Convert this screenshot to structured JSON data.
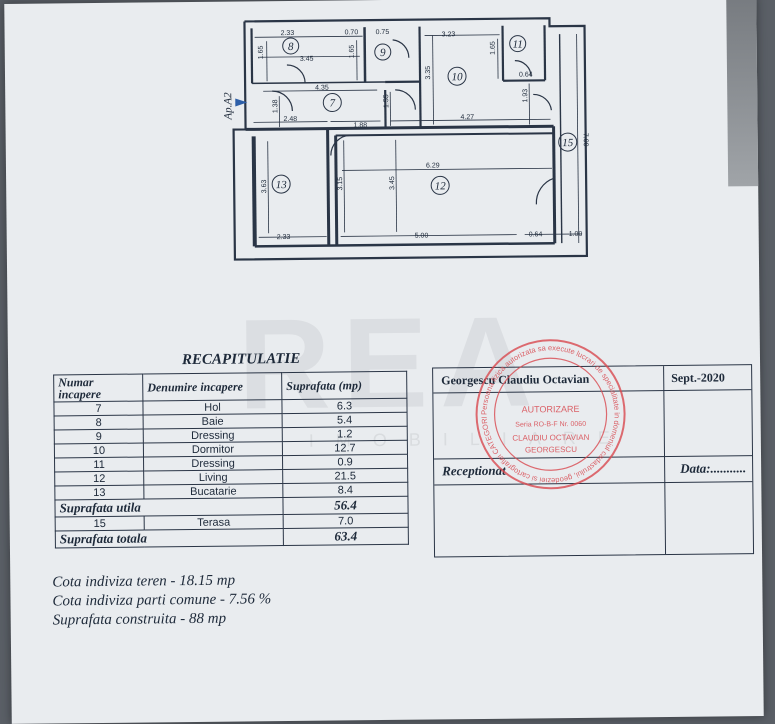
{
  "plan": {
    "apartment_label": "Ap.A2",
    "dimensions": [
      "2.33",
      "3.45",
      "1.65",
      "0.70",
      "0.75",
      "1.65",
      "3.23",
      "1.65",
      "0.64",
      "3.35",
      "4.35",
      "1.55",
      "1.93",
      "2.48",
      "1.88",
      "4.27",
      "7.00",
      "1.38",
      "6.29",
      "3.63",
      "3.15",
      "3.45",
      "2.33",
      "5.00",
      "0.64",
      "1.00"
    ],
    "room_numbers": [
      "8",
      "9",
      "10",
      "11",
      "7",
      "15",
      "13",
      "12"
    ]
  },
  "watermark": {
    "text": "REA",
    "subtitle": "IMOBILIARE"
  },
  "recap": {
    "title": "RECAPITULATIE",
    "headers": [
      "Numar incapere",
      "Denumire incapere",
      "Suprafata (mp)"
    ],
    "rows": [
      {
        "num": "7",
        "name": "Hol",
        "area": "6.3"
      },
      {
        "num": "8",
        "name": "Baie",
        "area": "5.4"
      },
      {
        "num": "9",
        "name": "Dressing",
        "area": "1.2"
      },
      {
        "num": "10",
        "name": "Dormitor",
        "area": "12.7"
      },
      {
        "num": "11",
        "name": "Dressing",
        "area": "0.9"
      },
      {
        "num": "12",
        "name": "Living",
        "area": "21.5"
      },
      {
        "num": "13",
        "name": "Bucatarie",
        "area": "8.4"
      }
    ],
    "util_label": "Suprafata utila",
    "util_value": "56.4",
    "terasa_num": "15",
    "terasa_name": "Terasa",
    "terasa_value": "7.0",
    "total_label": "Suprafata totala",
    "total_value": "63.4"
  },
  "signature": {
    "name": "Georgescu Claudiu Octavian",
    "date": "Sept.-2020",
    "received_label": "Receptionat",
    "data_label": "Data:..........."
  },
  "stamp": {
    "line1": "AUTORIZARE",
    "line2": "Seria RO-B-F Nr. 0060",
    "line3": "CLAUDIU OCTAVIAN",
    "line4": "GEORGESCU",
    "ring": "Persoana fizica autorizata sa execute lucrari de specialitate in domeniul cadastrului, geodeziei si cartografiei CATEGORIA C"
  },
  "notes": {
    "line1": "Cota indiviza teren - 18.15 mp",
    "line2": "Cota indiviza parti comune - 7.56 %",
    "line3": "Suprafata construita - 88 mp"
  },
  "colors": {
    "ink": "#1e2a3a",
    "stamp": "#d8484f",
    "paper": "#e9ecef"
  }
}
